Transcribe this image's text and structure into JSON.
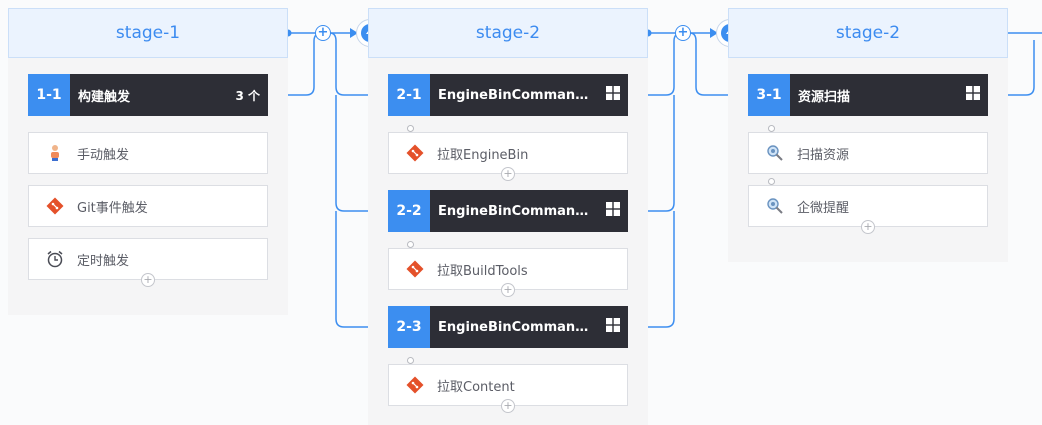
{
  "stages": [
    {
      "title": "stage-1"
    },
    {
      "title": "stage-2"
    },
    {
      "title": "stage-2"
    }
  ],
  "jobs": [
    {
      "id": "1-1",
      "name": "构建触发",
      "count": "3 个"
    },
    {
      "id": "2-1",
      "name": "EngineBinCommandlet"
    },
    {
      "id": "2-2",
      "name": "EngineBinCommandlet"
    },
    {
      "id": "2-3",
      "name": "EngineBinCommandlet"
    },
    {
      "id": "3-1",
      "name": "资源扫描"
    }
  ],
  "tasks": {
    "manual": "手动触发",
    "git_event": "Git事件触发",
    "timer": "定时触发",
    "pull_enginebin": "拉取EngineBin",
    "pull_buildtools": "拉取BuildTools",
    "pull_content": "拉取Content",
    "scan": "扫描资源",
    "wecom": "企微提醒"
  },
  "icons": {
    "plus": "+"
  },
  "colors": {
    "accent": "#3c8ef0",
    "job_dark": "#2d2e36",
    "git": "#e4512a"
  }
}
